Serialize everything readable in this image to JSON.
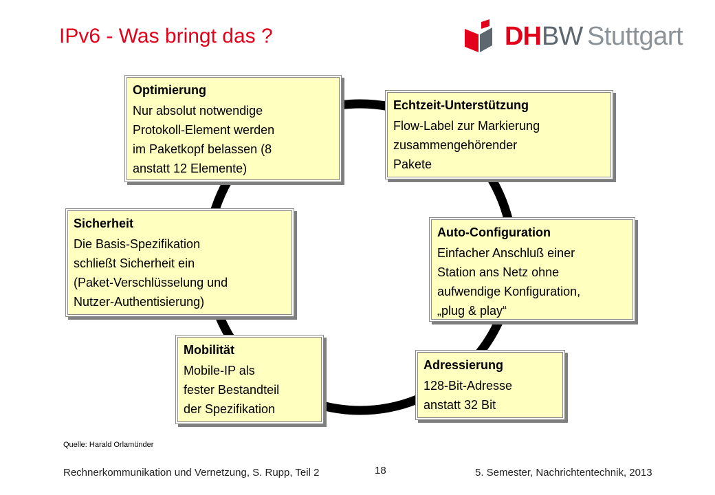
{
  "title": "IPv6 - Was bringt das ?",
  "logo": {
    "dh": "DH",
    "bw": "BW",
    "city": "Stuttgart"
  },
  "boxes": {
    "optimierung": {
      "head": "Optimierung",
      "body": "Nur absolut notwendige\nProtokoll-Element werden\nim Paketkopf belassen (8\nanstatt 12 Elemente)"
    },
    "echtzeit": {
      "head": "Echtzeit-Unterstützung",
      "body": "Flow-Label zur Markierung\nzusammengehörender\nPakete"
    },
    "sicherheit": {
      "head": "Sicherheit",
      "body": "Die Basis-Spezifikation\nschließt Sicherheit ein\n(Paket-Verschlüsselung und\nNutzer-Authentisierung)"
    },
    "autoconfig": {
      "head": "Auto-Configuration",
      "body": "Einfacher Anschluß einer\nStation ans Netz ohne\naufwendige Konfiguration,\n„plug & play“"
    },
    "mobilitaet": {
      "head": "Mobilität",
      "body": "Mobile-IP als\nfester Bestandteil\nder Spezifikation"
    },
    "adressierung": {
      "head": "Adressierung",
      "body": "128-Bit-Adresse\nanstatt 32 Bit"
    }
  },
  "source": "Quelle:  Harald Orlamünder",
  "footer": {
    "left": "Rechnerkommunikation und Vernetzung, S. Rupp, Teil 2",
    "page": "18",
    "right": "5. Semester, Nachrichtentechnik, 2013"
  }
}
